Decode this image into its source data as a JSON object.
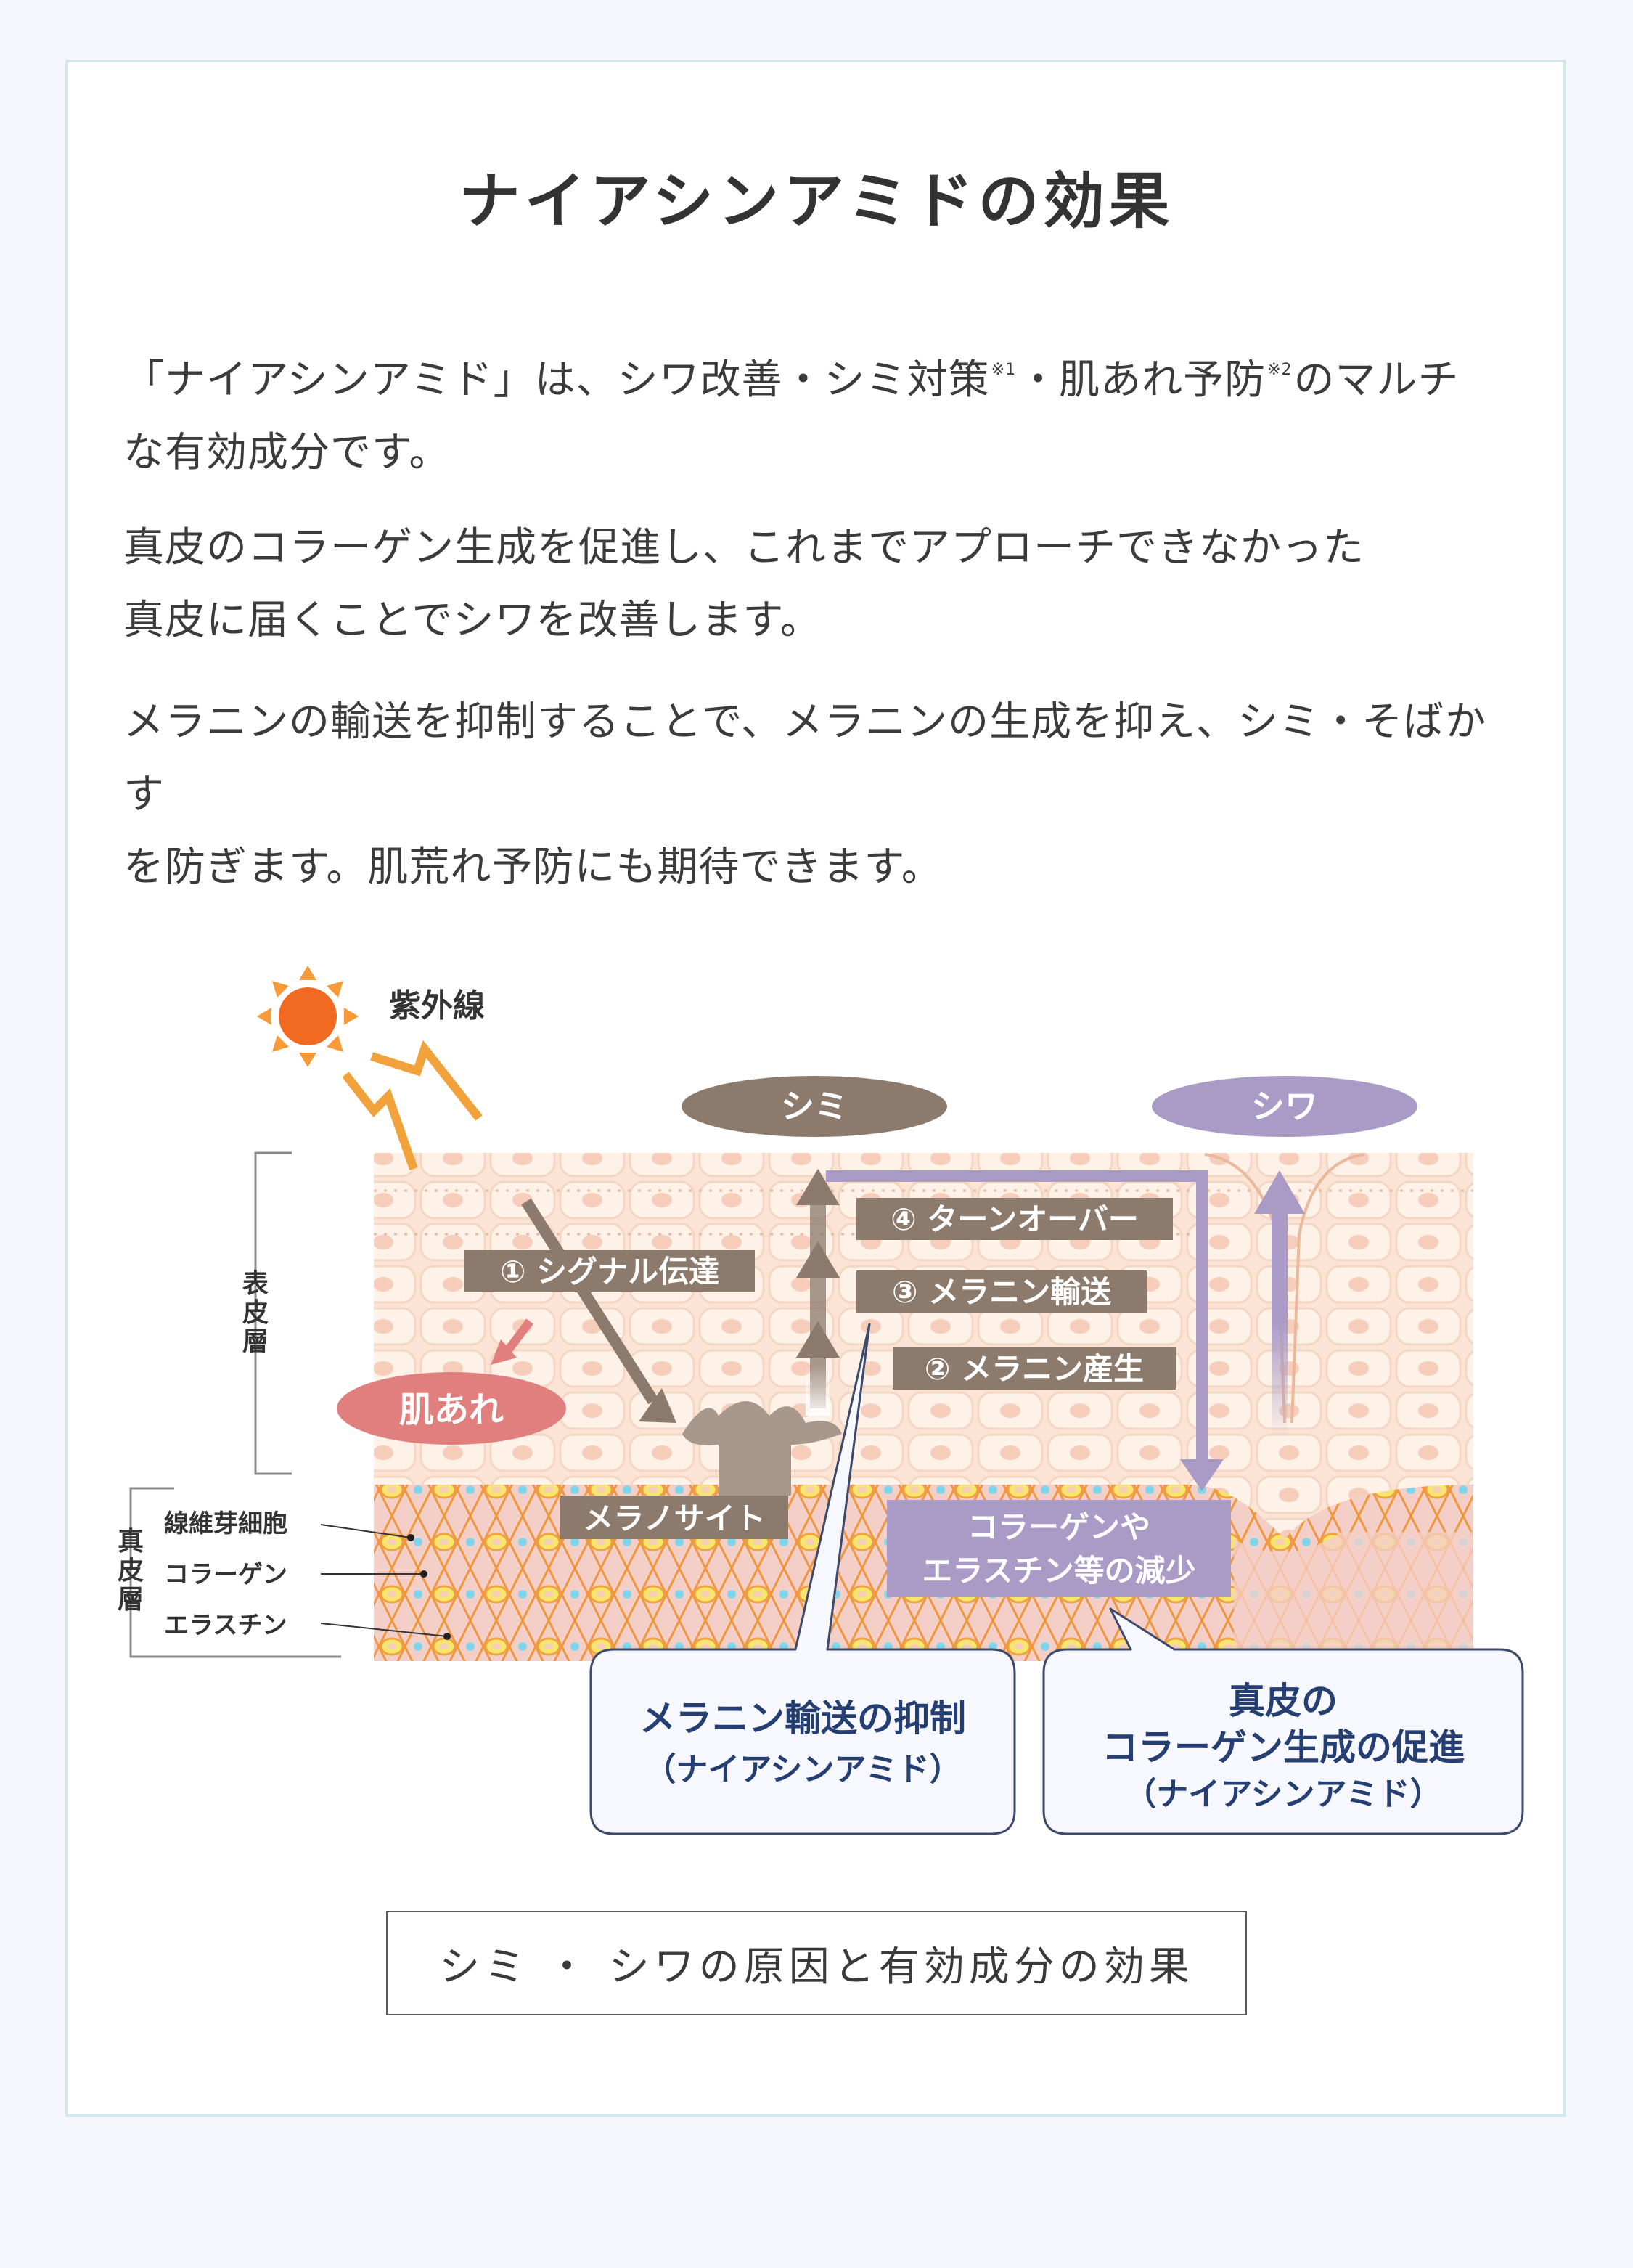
{
  "title": "ナイアシンアミドの効果",
  "paragraphs": {
    "p1_a": "「ナイアシンアミド」は、シワ改善・シミ対策",
    "p1_sup1": "※1",
    "p1_b": "・肌あれ予防",
    "p1_sup2": "※2",
    "p1_c": "のマルチ",
    "p1_line2": "な有効成分です。",
    "p2_line1": "真皮のコラーゲン生成を促進し、これまでアプローチできなかった",
    "p2_line2": "真皮に届くことでシワを改善します。",
    "p3_line1": "メラニンの輸送を抑制することで、メラニンの生成を抑え、シミ・そばかす",
    "p3_line2": "を防ぎます。肌荒れ予防にも期待できます。"
  },
  "diagram": {
    "uv_label": "紫外線",
    "shimi": "シミ",
    "shiwa": "シワ",
    "epidermis": [
      "表",
      "皮",
      "層"
    ],
    "dermis": [
      "真",
      "皮",
      "層"
    ],
    "step1": "① シグナル伝達",
    "step2": "② メラニン産生",
    "step3": "③ メラニン輸送",
    "step4": "④ ターンオーバー",
    "hadaare": "肌あれ",
    "melanocyte": "メラノサイト",
    "collagen_decrease": [
      "コラーゲンや",
      "エラスチン等の減少"
    ],
    "legend": [
      "線維芽細胞",
      "コラーゲン",
      "エラスチン"
    ],
    "callout_left": [
      "メラニン輸送の抑制",
      "（ナイアシンアミド）"
    ],
    "callout_right": [
      "真皮の",
      "コラーゲン生成の促進",
      "（ナイアシンアミド）"
    ],
    "colors": {
      "shimi": "#8c7b6d",
      "shiwa": "#a99bc6",
      "hadaare": "#e07f7e",
      "callout_text": "#263f73",
      "callout_border": "#3d4a6b",
      "sun": "#f28a2a"
    }
  },
  "caption": "シミ ・ シワの原因と有効成分の効果"
}
